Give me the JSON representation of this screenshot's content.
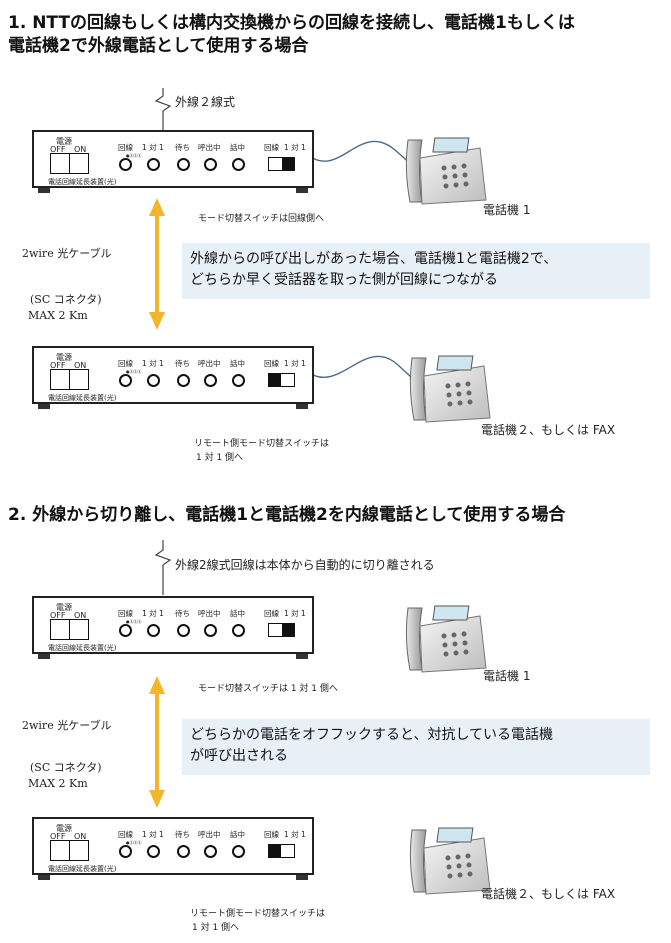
{
  "section1": {
    "title_line1": "1. NTTの回線もしくは構内交換機からの回線を接続し、電話機1もしくは",
    "title_line2": "電話機2で外線電話として使用する場合",
    "line_label": "外線２線式",
    "upper_note": "モード切替スイッチは回線側へ",
    "cable_name": "2wire 光ケーブル",
    "connector": "(SC コネクタ)",
    "distance": "MAX 2 Km",
    "info_line1": "外線からの呼び出しがあった場合、電話機1と電話機2で、",
    "info_line2": "どちらか早く受話器を取った側が回線につながる",
    "lower_note_line1": "リモート側モード切替スイッチは",
    "lower_note_line2": "1 対 1 側へ",
    "phone1": "電話機 1",
    "phone2": "電話機２、もしくは FAX"
  },
  "section2": {
    "title": "2. 外線から切り離し、電話機1と電話機2を内線電話として使用する場合",
    "line_label": "外線2線式回線は本体から自動的に切り離される",
    "upper_note": "モード切替スイッチは 1 対 1 側へ",
    "cable_name": "2wire 光ケーブル",
    "connector": "(SC コネクタ)",
    "distance": "MAX 2 Km",
    "info_line1": "どちらかの電話をオフフックすると、対抗している電話機",
    "info_line2": "が呼び出される",
    "lower_note_line1": "リモート側モード切替スイッチは",
    "lower_note_line2": "1 対 1 側へ",
    "phone1": "電話機 1",
    "phone2": "電話機２、もしくは FAX"
  },
  "device": {
    "power": "電源",
    "off": "OFF",
    "on": "ON",
    "ind_line": "回線",
    "ind_one_to_one": "1 対 1",
    "ind_wait": "待ち",
    "ind_calling": "呼出中",
    "ind_talking": "話中",
    "mode_line": "回線",
    "mode_one_to_one": "1 対 1",
    "mini_marker": "●ⓈⓈⓈ",
    "name": "電話回線延長装置(光)"
  },
  "colors": {
    "arrow": "#f2b52b",
    "info_bg": "#e8f0f7",
    "cord": "#4a6b8a"
  }
}
